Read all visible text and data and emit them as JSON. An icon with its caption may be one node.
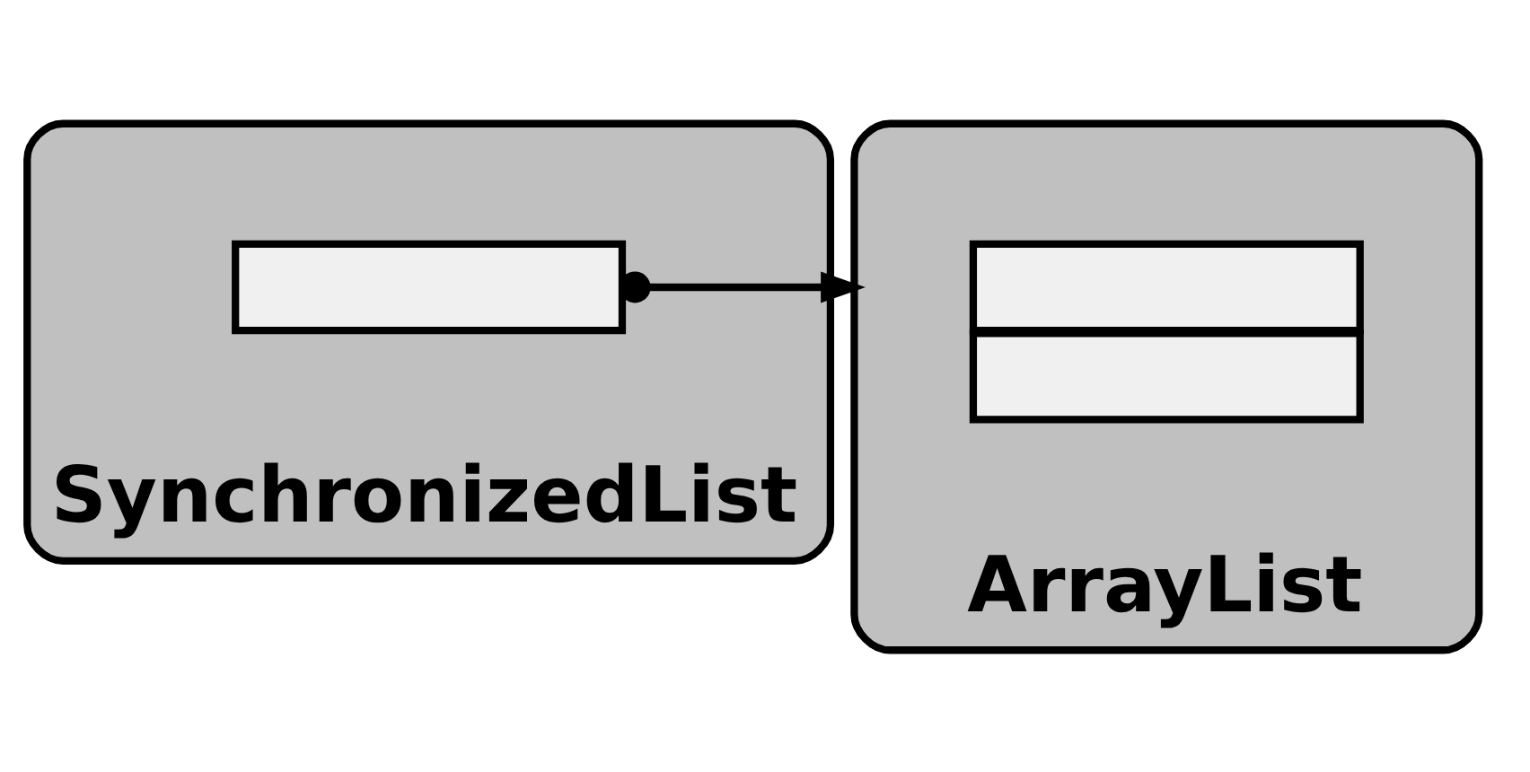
{
  "diagram": {
    "nodes": [
      {
        "text": [
          "SynchronizedList"
        ]
      },
      {
        "text": [],
        "shape": "box",
        "in": 0
      },
      {
        "text": [
          "ArrayList"
        ]
      },
      {
        "text": [],
        "shape": "box",
        "in": 2
      },
      {
        "text": [],
        "shape": "box",
        "in": 2
      }
    ],
    "edges": [
      {
        "from": 1,
        "to": 2,
        "arrow": "to"
      }
    ]
  }
}
